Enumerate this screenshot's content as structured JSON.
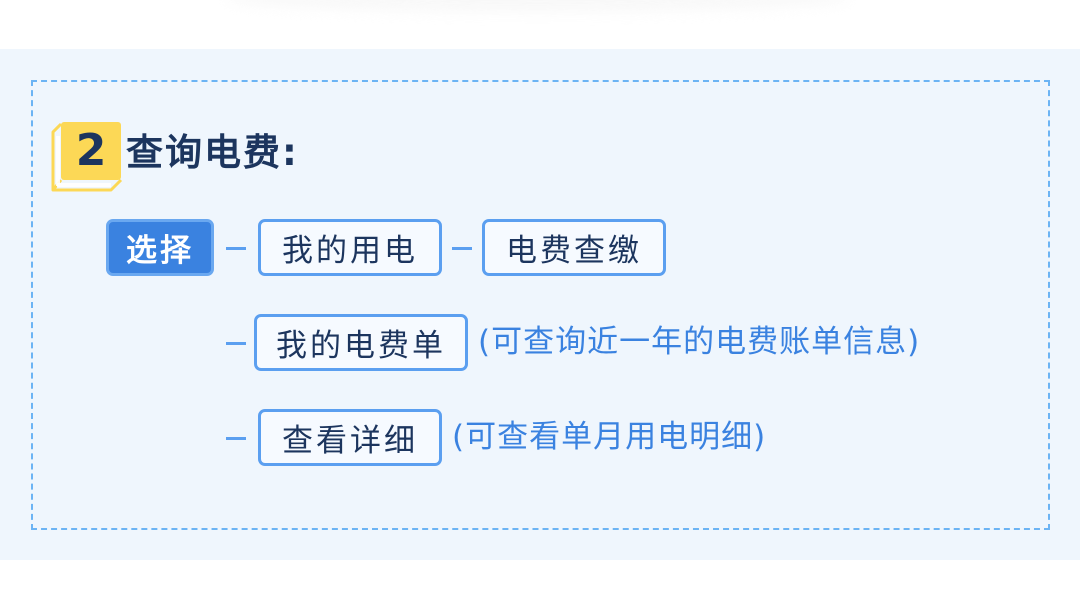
{
  "step": {
    "number": "2",
    "title": "查询电费:"
  },
  "flow": {
    "start": {
      "label": "选择"
    },
    "row1": [
      {
        "label": "我的用电"
      },
      {
        "label": "电费查缴"
      }
    ],
    "row2": {
      "label": "我的电费单",
      "note": "(可查询近一年的电费账单信息)"
    },
    "row3": {
      "label": "查看详细",
      "note": "(可查看单月用电明细)"
    }
  },
  "colors": {
    "panel_bg": "#eff6fd",
    "dashed_border": "#6cb4f4",
    "node_border": "#5b9ff0",
    "primary_fill": "#3a82e0",
    "title_text": "#1c355e",
    "badge_yellow": "#fcd856",
    "note_text": "#3a82e0"
  }
}
